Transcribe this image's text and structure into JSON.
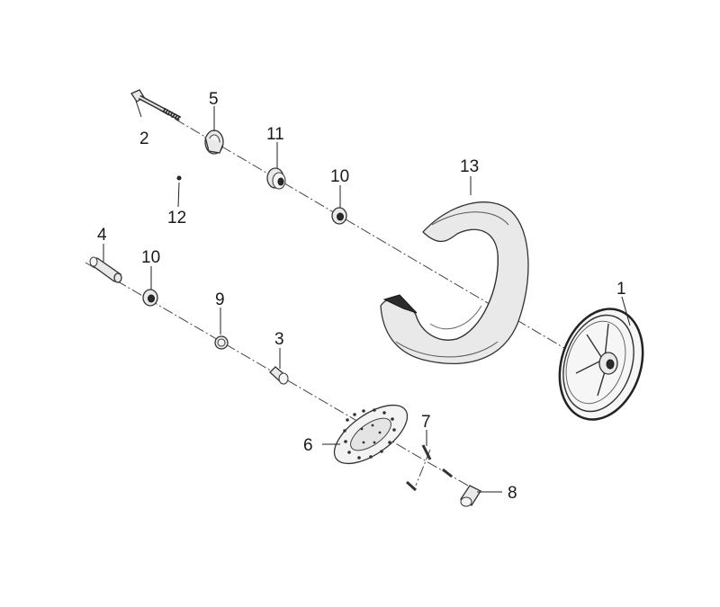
{
  "callouts": {
    "c1": "1",
    "c2": "2",
    "c3": "3",
    "c4": "4",
    "c5": "5",
    "c6": "6",
    "c7": "7",
    "c8": "8",
    "c9": "9",
    "c10a": "10",
    "c10b": "10",
    "c11": "11",
    "c12": "12",
    "c13": "13"
  }
}
